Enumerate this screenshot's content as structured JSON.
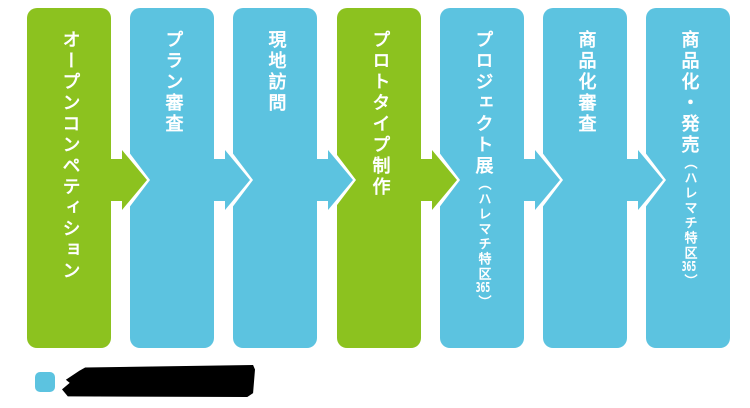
{
  "colors": {
    "green": "#8cc21f",
    "blue": "#5cc3e0",
    "text": "#ffffff",
    "legend_bar": "#000000",
    "background": "#ffffff"
  },
  "flow": {
    "steps": [
      {
        "label": "オープンコンペティション",
        "color_key": "green"
      },
      {
        "label": "プラン審査",
        "color_key": "blue"
      },
      {
        "label": "現地訪問",
        "color_key": "blue"
      },
      {
        "label": "プロトタイプ制作",
        "color_key": "green"
      },
      {
        "label": "プロジェクト展",
        "sub_prefix": "（ハレマチ特区",
        "sub_number": "365",
        "sub_suffix": "）",
        "color_key": "blue"
      },
      {
        "label": "商品化審査",
        "color_key": "blue"
      },
      {
        "label": "商品化・発売",
        "sub_prefix": "（ハレマチ特区",
        "sub_number": "365",
        "sub_suffix": "）",
        "color_key": "blue"
      }
    ]
  },
  "legend": {
    "swatch_color": "#5cc3e0",
    "label_legible": "false"
  }
}
